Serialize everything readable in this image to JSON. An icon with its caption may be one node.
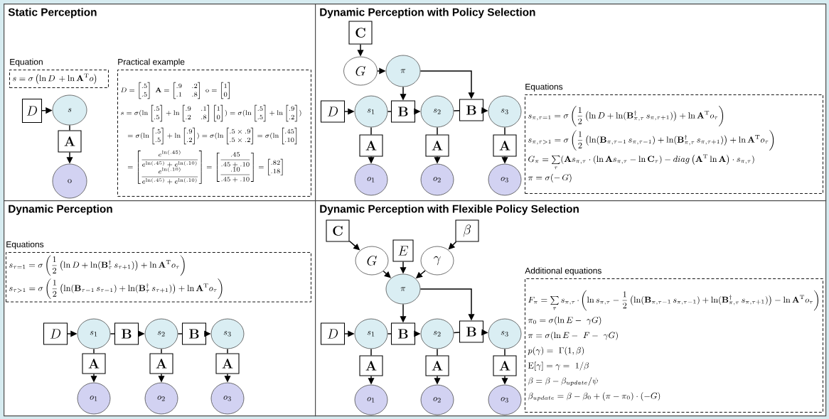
{
  "diagram": {
    "nodes": [
      {
        "text": [
          "Static Perception"
        ]
      },
      {
        "text": [
          "Equation",
          "s = \\sigma\\left(\\ln D \\, + \\ln \\mathbf{A}^{\\mathrm{T}} o\\right)"
        ],
        "in": 0
      },
      {
        "text": [
          "Practical example",
          "D = \\begin{bmatrix}.5\\\\.5\\end{bmatrix}\\ \\mathbf{A} = \\begin{bmatrix}.9 & .2\\\\.1 & .8\\end{bmatrix}\\ \\mathrm{o} = \\begin{bmatrix}1\\\\0\\end{bmatrix}",
          "s = \\sigma(\\ln \\begin{bmatrix}.5\\\\.5\\end{bmatrix} + \\ln \\begin{bmatrix}.9 & .1\\\\.2 & .8\\end{bmatrix}\\begin{bmatrix}1\\\\0\\end{bmatrix}) = \\sigma(\\ln \\begin{bmatrix}.5\\\\.5\\end{bmatrix} + \\ln \\begin{bmatrix}.9\\\\.2\\end{bmatrix})",
          "\\quad = \\sigma(\\ln \\begin{bmatrix}.5\\\\.5\\end{bmatrix} + \\ln \\begin{bmatrix}.9\\\\.2\\end{bmatrix}) = \\sigma(\\ln \\begin{bmatrix}.5 \\times .9\\\\.5 \\times .2\\end{bmatrix} = \\sigma(\\ln \\begin{bmatrix}.45\\\\.10\\end{bmatrix}",
          "\\quad = \\begin{bmatrix}\\dfrac{e^{\\ln(.45)}}{e^{\\ln(.45)} + e^{\\ln(.10)}}\\\\ \\dfrac{e^{\\ln(.10)}}{e^{\\ln(.45)} + e^{\\ln(.10)}}\\end{bmatrix} = \\begin{bmatrix}\\dfrac{.45}{.45 + .10}\\\\ \\dfrac{.10}{.45 + .10}\\end{bmatrix} = \\begin{bmatrix}.82\\\\.18\\end{bmatrix}"
        ],
        "in": 0
      },
      {
        "text": [
          "D"
        ],
        "in": 0
      },
      {
        "text": [
          "s"
        ],
        "in": 0
      },
      {
        "text": [
          "\\mathbf{A}"
        ],
        "in": 0
      },
      {
        "text": [
          "\\mathrm{o}"
        ],
        "in": 0
      },
      {
        "text": [
          "Dynamic Perception with Policy Selection"
        ]
      },
      {
        "text": [
          "\\mathbf{C}"
        ],
        "in": 7
      },
      {
        "text": [
          "G"
        ],
        "in": 7
      },
      {
        "text": [
          "\\pi"
        ],
        "in": 7
      },
      {
        "text": [
          "D"
        ],
        "in": 7
      },
      {
        "text": [
          "s_1"
        ],
        "in": 7
      },
      {
        "text": [
          "\\mathbf{B}"
        ],
        "in": 7
      },
      {
        "text": [
          "s_2"
        ],
        "in": 7
      },
      {
        "text": [
          "\\mathbf{B}"
        ],
        "in": 7
      },
      {
        "text": [
          "s_3"
        ],
        "in": 7
      },
      {
        "text": [
          "\\mathbf{A}"
        ],
        "in": 7
      },
      {
        "text": [
          "\\mathbf{A}"
        ],
        "in": 7
      },
      {
        "text": [
          "\\mathbf{A}"
        ],
        "in": 7
      },
      {
        "text": [
          "o_1"
        ],
        "in": 7
      },
      {
        "text": [
          "o_2"
        ],
        "in": 7
      },
      {
        "text": [
          "o_3"
        ],
        "in": 7
      },
      {
        "text": [
          "Equations",
          "s_{\\pi,\\tau=1} = \\sigma\\left(\\dfrac{1}{2}\\left(\\ln D + \\ln(\\mathbf{B}^{\\dagger}_{\\pi,\\tau}\\, s_{\\pi,\\tau+1})\\right) + \\ln \\mathbf{A}^{\\mathrm{T}} o_{\\tau}\\right)",
          "s_{\\pi,\\tau>1} = \\sigma\\left(\\dfrac{1}{2}\\left(\\ln(\\mathbf{B}_{\\pi,\\tau-1}\\, s_{\\pi,\\tau-1}) + \\ln(\\mathbf{B}^{\\dagger}_{\\pi,\\tau}\\, s_{\\pi,\\tau+1})\\right) + \\ln \\mathbf{A}^{\\mathrm{T}} o_{\\tau}\\right)",
          "G_{\\pi} = \\sum\\limits_{\\tau}(\\mathbf{A}s_{\\pi,\\tau} \\cdot \\left(\\ln \\mathbf{A}s_{\\pi,\\tau} - \\ln \\mathbf{C}_{\\tau}\\right) - diag\\left(\\mathbf{A}^{\\mathrm{T}} \\ln \\mathbf{A}\\right) \\cdot s_{\\pi,\\tau})",
          "\\pi = \\sigma(-\\,G)"
        ],
        "in": 7
      },
      {
        "text": [
          "Dynamic Perception"
        ]
      },
      {
        "text": [
          "Equations",
          "s_{\\tau=1} = \\sigma\\left(\\dfrac{1}{2}\\left(\\ln D + \\ln(\\mathbf{B}^{\\dagger}_{\\tau}\\, s_{\\tau+1})\\right) + \\ln \\mathbf{A}^{\\mathrm{T}} o_{\\tau}\\right)",
          "s_{\\tau>1} = \\sigma\\left(\\dfrac{1}{2}\\left(\\ln(\\mathbf{B}_{\\tau-1}\\, s_{\\tau-1}) + \\ln(\\mathbf{B}^{\\dagger}_{\\tau}\\, s_{\\tau+1})\\right) + \\ln \\mathbf{A}^{\\mathrm{T}} o_{\\tau}\\right)"
        ],
        "in": 24
      },
      {
        "text": [
          "D"
        ],
        "in": 24
      },
      {
        "text": [
          "s_1"
        ],
        "in": 24
      },
      {
        "text": [
          "\\mathbf{B}"
        ],
        "in": 24
      },
      {
        "text": [
          "s_2"
        ],
        "in": 24
      },
      {
        "text": [
          "\\mathbf{B}"
        ],
        "in": 24
      },
      {
        "text": [
          "s_3"
        ],
        "in": 24
      },
      {
        "text": [
          "\\mathbf{A}"
        ],
        "in": 24
      },
      {
        "text": [
          "\\mathbf{A}"
        ],
        "in": 24
      },
      {
        "text": [
          "\\mathbf{A}"
        ],
        "in": 24
      },
      {
        "text": [
          "o_1"
        ],
        "in": 24
      },
      {
        "text": [
          "o_2"
        ],
        "in": 24
      },
      {
        "text": [
          "o_3"
        ],
        "in": 24
      },
      {
        "text": [
          "Dynamic Perception with Flexible Policy Selection"
        ]
      },
      {
        "text": [
          "\\mathbf{C}"
        ],
        "in": 38
      },
      {
        "text": [
          "\\beta"
        ],
        "in": 38
      },
      {
        "text": [
          "G"
        ],
        "in": 38
      },
      {
        "text": [
          "E"
        ],
        "in": 38
      },
      {
        "text": [
          "\\gamma"
        ],
        "in": 38
      },
      {
        "text": [
          "\\pi"
        ],
        "in": 38
      },
      {
        "text": [
          "D"
        ],
        "in": 38
      },
      {
        "text": [
          "s_1"
        ],
        "in": 38
      },
      {
        "text": [
          "\\mathbf{B}"
        ],
        "in": 38
      },
      {
        "text": [
          "s_2"
        ],
        "in": 38
      },
      {
        "text": [
          "\\mathbf{B}"
        ],
        "in": 38
      },
      {
        "text": [
          "s_3"
        ],
        "in": 38
      },
      {
        "text": [
          "\\mathbf{A}"
        ],
        "in": 38
      },
      {
        "text": [
          "\\mathbf{A}"
        ],
        "in": 38
      },
      {
        "text": [
          "\\mathbf{A}"
        ],
        "in": 38
      },
      {
        "text": [
          "o_1"
        ],
        "in": 38
      },
      {
        "text": [
          "o_2"
        ],
        "in": 38
      },
      {
        "text": [
          "o_3"
        ],
        "in": 38
      },
      {
        "text": [
          "Additional equations",
          "F_{\\pi} = \\sum\\limits_{\\tau} s_{\\pi,\\tau} \\cdot \\left(\\ln s_{\\pi,\\tau} - \\dfrac{1}{2}\\left(\\ln(\\mathbf{B}_{\\pi,\\tau-1}\\, s_{\\pi,\\tau-1}) + \\ln(\\mathbf{B}^{\\dagger}_{\\pi,\\tau}\\, s_{\\pi,\\tau+1})\\right) - \\ln \\mathbf{A}^{\\mathrm{T}} o_{\\tau}\\right)",
          "\\pi_0 = \\sigma(\\ln E - \\ \\gamma G)",
          "\\pi = \\sigma(\\ln E - \\ F - \\ \\gamma G)",
          "p(\\gamma) = \\ \\Gamma(1, \\beta)",
          "\\mathrm{E}[\\gamma] = \\gamma = \\ 1/\\beta",
          "\\beta = \\beta - \\beta_{update}/\\psi",
          "\\beta_{update} = \\beta - \\beta_0 + (\\pi - \\pi_0) \\cdot (-G)"
        ],
        "in": 38
      }
    ],
    "edges": [
      {
        "from": 3,
        "to": 4,
        "arrow": "to"
      },
      {
        "from": 4,
        "to": 5,
        "arrow": "none"
      },
      {
        "from": 5,
        "to": 6,
        "arrow": "to"
      },
      {
        "from": 8,
        "to": 9,
        "arrow": "to"
      },
      {
        "from": 9,
        "to": 10,
        "arrow": "to"
      },
      {
        "from": 10,
        "to": 13,
        "arrow": "to"
      },
      {
        "from": 10,
        "to": 15,
        "arrow": "to"
      },
      {
        "from": 11,
        "to": 12,
        "arrow": "to"
      },
      {
        "from": 12,
        "to": 13,
        "arrow": "none"
      },
      {
        "from": 13,
        "to": 14,
        "arrow": "to"
      },
      {
        "from": 14,
        "to": 15,
        "arrow": "none"
      },
      {
        "from": 15,
        "to": 16,
        "arrow": "to"
      },
      {
        "from": 12,
        "to": 17,
        "arrow": "none"
      },
      {
        "from": 17,
        "to": 20,
        "arrow": "to"
      },
      {
        "from": 14,
        "to": 18,
        "arrow": "none"
      },
      {
        "from": 18,
        "to": 21,
        "arrow": "to"
      },
      {
        "from": 16,
        "to": 19,
        "arrow": "none"
      },
      {
        "from": 19,
        "to": 22,
        "arrow": "to"
      },
      {
        "from": 26,
        "to": 27,
        "arrow": "to"
      },
      {
        "from": 27,
        "to": 28,
        "arrow": "none"
      },
      {
        "from": 28,
        "to": 29,
        "arrow": "to"
      },
      {
        "from": 29,
        "to": 30,
        "arrow": "none"
      },
      {
        "from": 30,
        "to": 31,
        "arrow": "to"
      },
      {
        "from": 27,
        "to": 32,
        "arrow": "none"
      },
      {
        "from": 32,
        "to": 35,
        "arrow": "to"
      },
      {
        "from": 29,
        "to": 33,
        "arrow": "none"
      },
      {
        "from": 33,
        "to": 36,
        "arrow": "to"
      },
      {
        "from": 31,
        "to": 34,
        "arrow": "none"
      },
      {
        "from": 34,
        "to": 37,
        "arrow": "to"
      },
      {
        "from": 39,
        "to": 41,
        "arrow": "to"
      },
      {
        "from": 40,
        "to": 43,
        "arrow": "to"
      },
      {
        "from": 41,
        "to": 44,
        "arrow": "to"
      },
      {
        "from": 42,
        "to": 44,
        "arrow": "to"
      },
      {
        "from": 43,
        "to": 44,
        "arrow": "to"
      },
      {
        "from": 44,
        "to": 47,
        "arrow": "to"
      },
      {
        "from": 44,
        "to": 49,
        "arrow": "to"
      },
      {
        "from": 45,
        "to": 46,
        "arrow": "to"
      },
      {
        "from": 46,
        "to": 47,
        "arrow": "none"
      },
      {
        "from": 47,
        "to": 48,
        "arrow": "to"
      },
      {
        "from": 48,
        "to": 49,
        "arrow": "none"
      },
      {
        "from": 49,
        "to": 50,
        "arrow": "to"
      },
      {
        "from": 46,
        "to": 51,
        "arrow": "none"
      },
      {
        "from": 51,
        "to": 54,
        "arrow": "to"
      },
      {
        "from": 48,
        "to": 52,
        "arrow": "none"
      },
      {
        "from": 52,
        "to": 55,
        "arrow": "to"
      },
      {
        "from": 50,
        "to": 53,
        "arrow": "none"
      },
      {
        "from": 53,
        "to": 56,
        "arrow": "to"
      }
    ]
  }
}
